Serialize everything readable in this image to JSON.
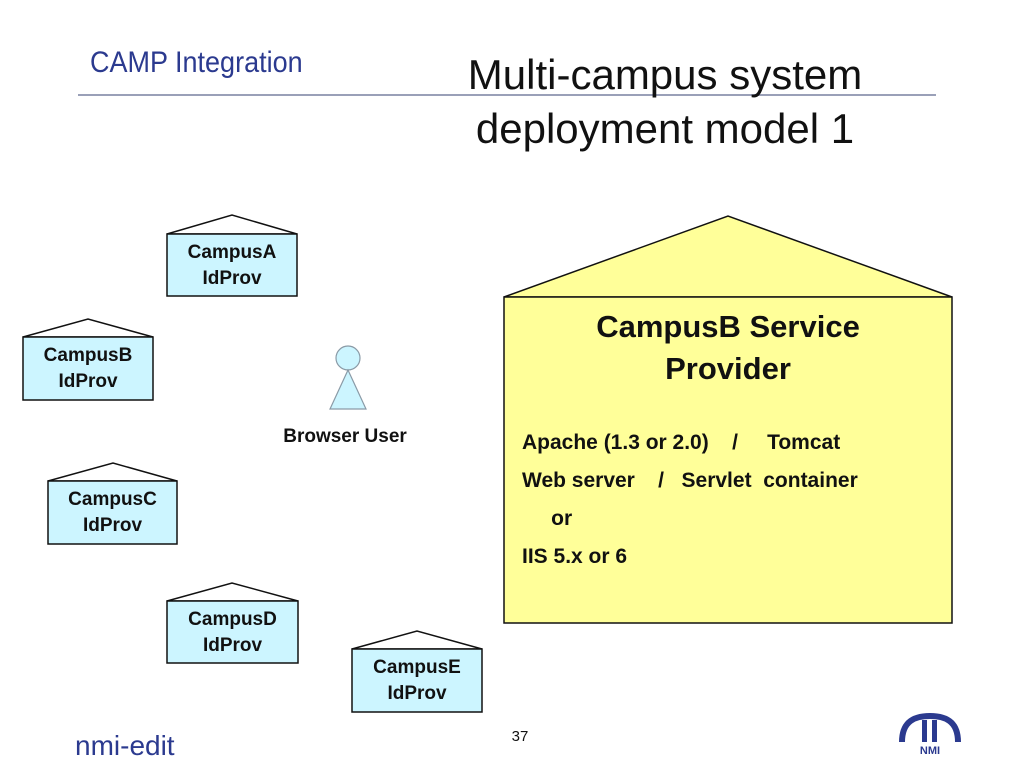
{
  "header": {
    "section_label": "CAMP Integration"
  },
  "title": {
    "line1": "Multi-campus system",
    "line2": "deployment model 1"
  },
  "identity_providers": [
    {
      "line1": "CampusA",
      "line2": "IdProv"
    },
    {
      "line1": "CampusB",
      "line2": "IdProv"
    },
    {
      "line1": "CampusC",
      "line2": "IdProv"
    },
    {
      "line1": "CampusD",
      "line2": "IdProv"
    },
    {
      "line1": "CampusE",
      "line2": "IdProv"
    }
  ],
  "user": {
    "label": "Browser User"
  },
  "service_provider": {
    "title_line1": "CampusB Service",
    "title_line2": "Provider",
    "details": [
      "Apache (1.3 or 2.0)    /     Tomcat",
      "Web server    /   Servlet  container",
      "     or",
      "IIS 5.x or 6"
    ]
  },
  "footer": {
    "brand": "nmi-edit",
    "page_number": "37",
    "logo_text": "NMI"
  },
  "colors": {
    "idp_fill": "#ccf5ff",
    "sp_fill": "#ffff99",
    "user_fill": "#ccf5ff",
    "accent": "#2b3a8f"
  }
}
